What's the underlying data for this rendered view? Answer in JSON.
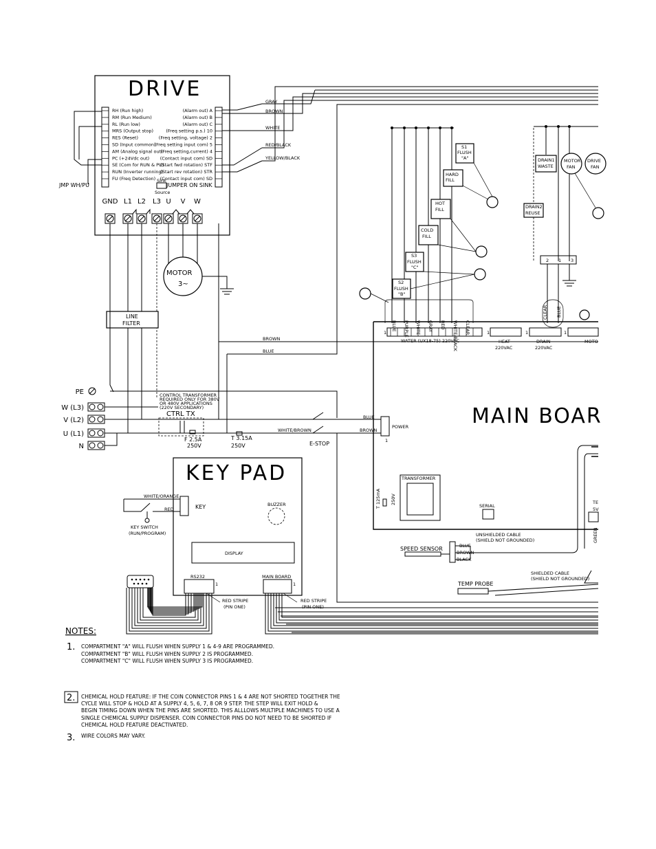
{
  "drive": {
    "title": "DRIVE",
    "inputs": [
      "RH (Run high)",
      "RM (Run Medium)",
      "RL (Run low)",
      "MRS (Output stop)",
      "RES (Reset)",
      "SD (Input common)",
      "AM (Analog signal out)",
      "PC (+24Vdc out)",
      "SE (Com for RUN & PU)",
      "RUN (Inverter running)",
      "FU (Freq Detection)"
    ],
    "outputs": [
      "(Alarm out) A",
      "(Alarm out) B",
      "(Alarm out) C",
      "(Freq setting p.s.) 10",
      "(Freq setting, voltage) 2",
      "(Freq setting input com) 5",
      "(Freq setting,current) 4",
      "(Contact input com) SD",
      "(Start fwd rotation) STF",
      "(Start rev rotation) STR",
      "(Contact input com) SD"
    ],
    "jmp_label": "JMP WH/PU",
    "sink_label": "Sink",
    "source_label": "Source",
    "jumper_label": "JUMPER ON SINK",
    "terminals": [
      "GND",
      "L1",
      "L2",
      "L3",
      "U",
      "V",
      "W"
    ]
  },
  "wires": {
    "gray": "GRAY",
    "brown": "BROWN",
    "white": "WHITE",
    "red_black": "RED/BLACK",
    "yellow_black": "YELLOW/BLACK",
    "brown2": "BROWN",
    "blue2": "BLUE",
    "white_brown": "WHITE/BROWN",
    "blue3": "BLUE",
    "brown3": "BROWN"
  },
  "motor": {
    "line1": "MOTOR",
    "line2": "3~"
  },
  "line_filter": {
    "line1": "LINE",
    "line2": "FILTER"
  },
  "supply": [
    "PE",
    "W (L3)",
    "V (L2)",
    "U (L1)",
    "N"
  ],
  "ctrl": {
    "note_lines": [
      "CONTROL TRANSFORMER",
      "REQUIRED ONLY FOR 380V",
      "OR 480V APPLICATIONS",
      "(220V SECONDARY)"
    ],
    "title": "CTRL TX",
    "fuse1": [
      "F 2.5A",
      "250V"
    ],
    "fuse2": [
      "T 3.15A",
      "250V"
    ],
    "estop": "E-STOP"
  },
  "valves": {
    "s1": [
      "S1",
      "FLUSH",
      "\"A\""
    ],
    "hard": [
      "HARD",
      "FILL"
    ],
    "hot": [
      "HOT",
      "FILL"
    ],
    "cold": [
      "COLD",
      "FILL"
    ],
    "s3": [
      "S3",
      "FLUSH",
      "\"C\""
    ],
    "s2": [
      "S2",
      "FLUSH",
      "\"B\""
    ],
    "drain1": [
      "DRAIN1",
      "WASTE"
    ],
    "drain2": [
      "DRAIN2",
      "REUSE"
    ],
    "motor_fan": [
      "MOTOR",
      "FAN"
    ],
    "drive_fan": [
      "DRIVE",
      "FAN"
    ],
    "drain_pins": [
      "2",
      "1",
      "3"
    ]
  },
  "water_wires": [
    "BLUE",
    "PURPLE",
    "WHITE",
    "GRAY",
    "RED",
    "WHITE/BLACK",
    "CLEAR"
  ],
  "drain_wires": [
    "CLEAR",
    "BLUE"
  ],
  "main_board": {
    "title": "MAIN BOAR",
    "water": "WATER (UX18-75) 220VAC",
    "heat": [
      "HEAT",
      "220VAC"
    ],
    "drain": [
      "DRAIN",
      "220VAC"
    ],
    "motor": "MOTO",
    "power": "POWER",
    "transformer": "TRANSFORMER",
    "fuse": [
      "T 125mA",
      "250V"
    ],
    "serial": "SERIAL",
    "te": "TE",
    "fivev": "5V",
    "green": "GREEN",
    "pin1": "1"
  },
  "keypad": {
    "title": "KEY PAD",
    "white_orange": "WHITE/ORANGE",
    "red": "RED",
    "key": "KEY",
    "key_switch": [
      "KEY SWITCH",
      "(RUN/PROGRAM)"
    ],
    "buzzer": "BUZZER",
    "display": "DISPLAY",
    "rs232": "RS232",
    "main_board": "MAIN BOARD",
    "red_stripe": [
      "RED STRIPE",
      "(PIN ONE)"
    ]
  },
  "sensors": {
    "speed": "SPEED SENSOR",
    "speed_wires": [
      "BLUE",
      "BROWN",
      "BLACK"
    ],
    "unshielded": [
      "UNSHIELDED CABLE",
      "(SHIELD NOT GROUNDED)"
    ],
    "shielded": [
      "SHIELDED CABLE",
      "(SHIELD NOT GROUNDED)"
    ],
    "temp": "TEMP PROBE"
  },
  "notes": {
    "title": "NOTES:",
    "n1": [
      "COMPARTMENT \"A\" WILL FLUSH WHEN SUPPLY 1 & 4-9 ARE PROGRAMMED.",
      "COMPARTMENT \"B\" WILL FLUSH WHEN SUPPLY 2 IS PROGRAMMED.",
      "COMPARTMENT \"C\" WILL FLUSH WHEN SUPPLY 3 IS PROGRAMMED."
    ],
    "n2": [
      "CHEMICAL HOLD FEATURE: IF THE COIN CONNECTOR PINS 1 & 4 ARE NOT SHORTED TOGETHER THE",
      "CYCLE WILL STOP & HOLD AT A SUPPLY 4, 5, 6, 7, 8 OR 9 STEP. THE STEP WILL EXIT HOLD &",
      "BEGIN TIMING DOWN WHEN THE PINS ARE SHORTED. THIS ALLLOWS MULTIPLE MACHINES TO USE A",
      "SINGLE CHEMICAL SUPPLY DISPENSER. COIN CONNECTOR PINS DO NOT NEED TO BE SHORTED IF",
      "CHEMICAL HOLD FEATURE DEACTIVATED."
    ],
    "n3": [
      "WIRE COLORS MAY VARY."
    ],
    "nums": [
      "1.",
      "2.",
      "3."
    ]
  }
}
